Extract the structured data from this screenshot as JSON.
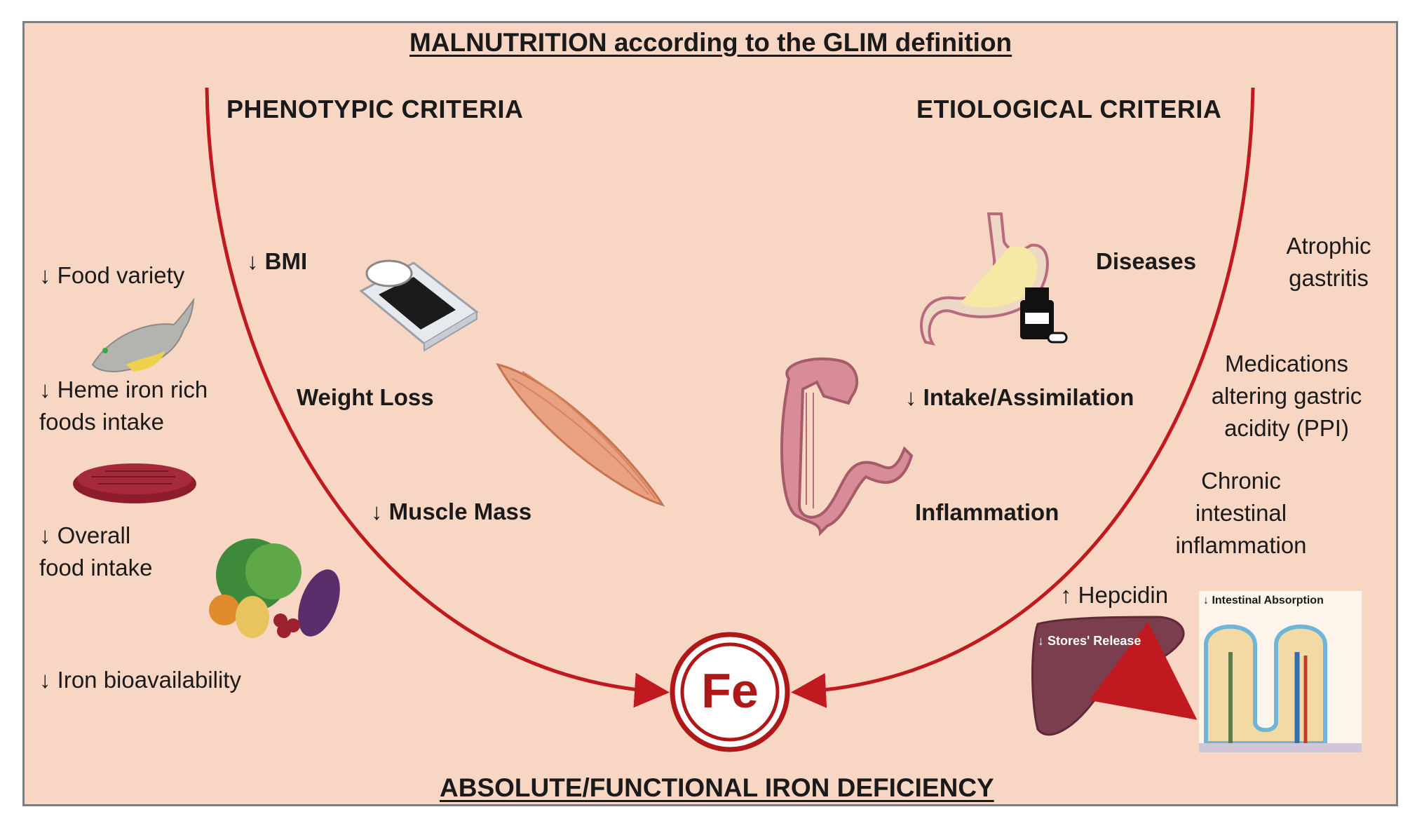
{
  "title": "MALNUTRITION according to the GLIM definition",
  "footer": "ABSOLUTE/FUNCTIONAL IRON DEFICIENCY",
  "phenotypic": {
    "heading": "PHENOTYPIC CRITERIA",
    "bmi": "↓ BMI",
    "weight_loss": "Weight Loss",
    "muscle_mass": "↓ Muscle Mass"
  },
  "etiological": {
    "heading": "ETIOLOGICAL CRITERIA",
    "diseases": "Diseases",
    "intake": "↓ Intake/Assimilation",
    "inflammation": "Inflammation"
  },
  "left_notes": {
    "food_variety": "↓ Food variety",
    "heme_1": "↓ Heme iron rich",
    "heme_2": "foods intake",
    "overall_1": "↓ Overall",
    "overall_2": "food intake",
    "bioavailability": "↓ Iron bioavailability"
  },
  "right_notes": {
    "atrophic_1": "Atrophic",
    "atrophic_2": "gastritis",
    "med_1": "Medications",
    "med_2": "altering gastric",
    "med_3": "acidity (PPI)",
    "chronic_1": "Chronic",
    "chronic_2": "intestinal",
    "chronic_3": "inflammation",
    "hepcidin": "↑ Hepcidin",
    "stores_release": "↓ Stores' Release",
    "intestinal_absorption": "↓ Intestinal Absorption"
  },
  "center": {
    "symbol": "Fe"
  },
  "colors": {
    "background": "#f8d6c4",
    "curve": "#c0191f",
    "border": "#7a7f86"
  },
  "icons": [
    "fish-icon",
    "meat-icon",
    "vegetables-icon",
    "scale-icon",
    "muscle-icon",
    "stomach-icon",
    "pill-bottle-icon",
    "intestine-icon",
    "liver-icon",
    "villi-icon"
  ]
}
